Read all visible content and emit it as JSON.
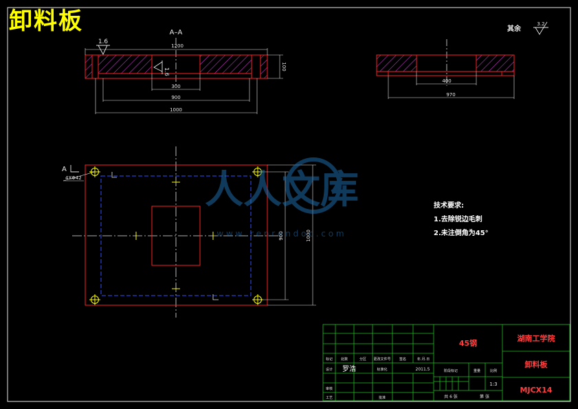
{
  "drawing_title": "卸料板",
  "section_label": "A–A",
  "view_marker": "A",
  "roughness": {
    "main": "1.6",
    "rest_prefix": "其余",
    "rest_value": "3.2"
  },
  "dimensions": {
    "width_overall": "1000",
    "width_inner": "900",
    "opening_300": "300",
    "thickness": "100",
    "overall_top": "1200",
    "right_400": "400",
    "right_970": "970",
    "holes": "4XΦ42",
    "height_900": "900",
    "height_1000": "1000"
  },
  "tech_requirements": {
    "heading": "技术要求:",
    "items": [
      "1.去除锐边毛刺",
      "2.未注倒角为45°"
    ]
  },
  "watermark": {
    "text": "人人文库",
    "url": "w w w . r e n r e n d o c . c o m"
  },
  "title_block": {
    "material": "45钢",
    "school": "湖南工学院",
    "part_name": "卸料板",
    "drawing_no": "MJCX14",
    "designer": "罗浩",
    "date": "2011.5",
    "scale": "1:3",
    "header_cells": [
      "标记",
      "处数",
      "分区",
      "更改文件号",
      "签名",
      "年.月.日"
    ],
    "role_design": "设计",
    "role_audit": "审核",
    "role_craft": "工艺",
    "role_standard": "标准化",
    "role_approve": "批准",
    "stage_mark": "阶段标记",
    "weight": "重量",
    "ratio": "比例",
    "sheet_total": "共 6 张",
    "sheet_no": "第 张"
  }
}
